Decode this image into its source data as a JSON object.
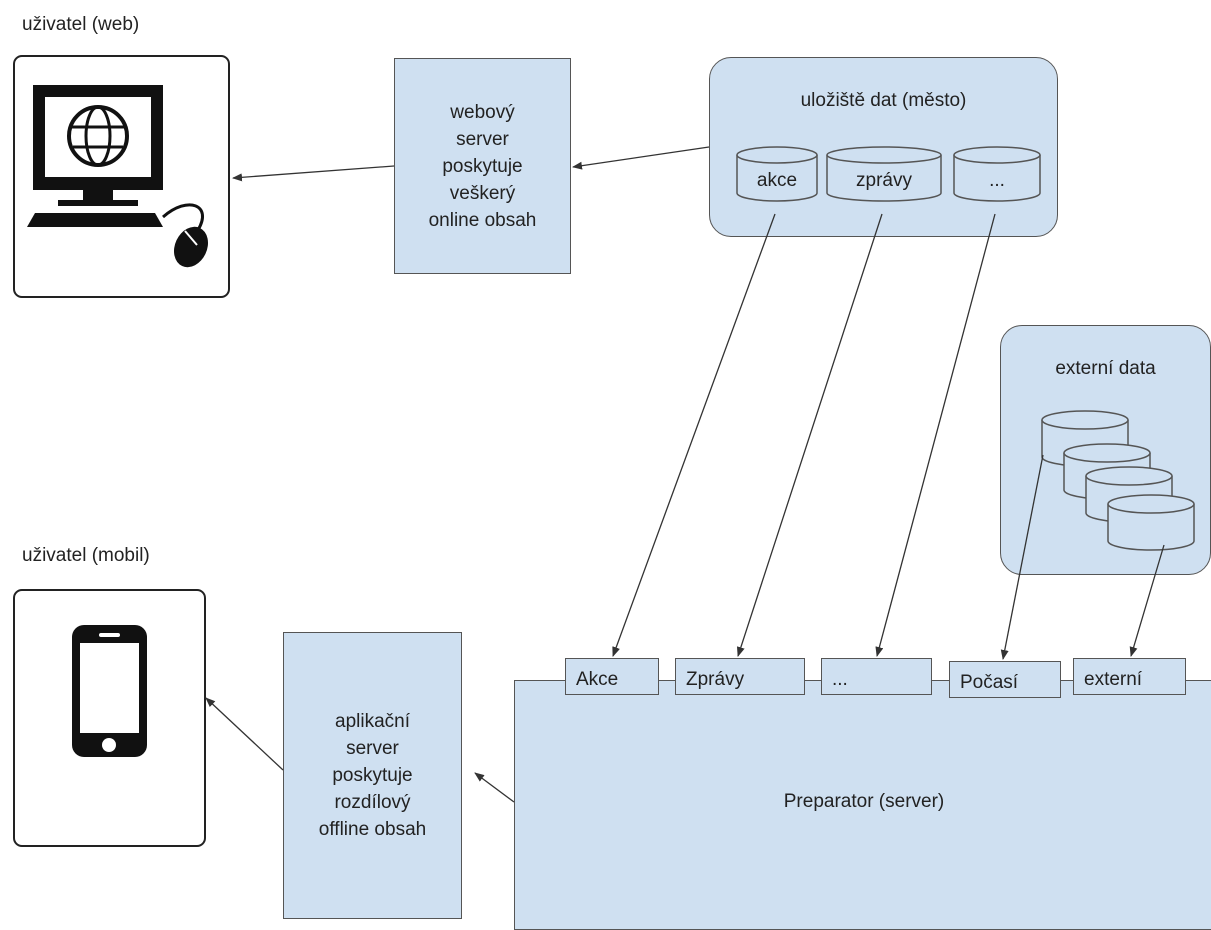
{
  "web_user": {
    "label": "uživatel (web)",
    "icon": "desktop-computer-icon"
  },
  "mobile_user": {
    "label": "uživatel (mobil)",
    "icon": "smartphone-icon"
  },
  "web_server": {
    "text": "webový\nserver\nposkytuje\nveškerý\nonline obsah"
  },
  "app_server": {
    "text": "aplikační\nserver\nposkytuje\nrozdílový\noffline obsah"
  },
  "data_store": {
    "title": "uložiště dat (město)",
    "dbs": [
      "akce",
      "zprávy",
      "..."
    ]
  },
  "external_data": {
    "title": "externí data"
  },
  "preparator": {
    "title": "Preparator (server)",
    "tabs": [
      "Akce",
      "Zprávy",
      "...",
      "Počasí",
      "externí"
    ]
  },
  "colors": {
    "fill": "#cfe0f1",
    "stroke": "#555555",
    "arrow": "#333333"
  }
}
